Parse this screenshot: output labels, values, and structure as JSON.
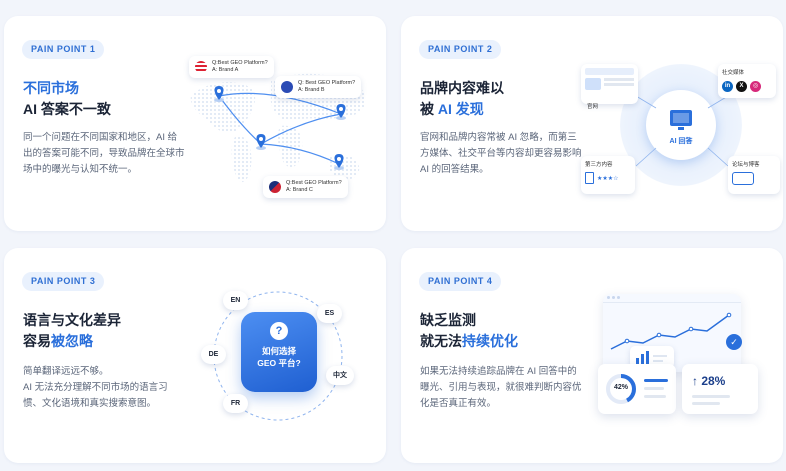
{
  "cards": [
    {
      "pill": "PAIN POINT 1",
      "title_l1": "不同市场",
      "title_l2": "AI 答案不一致",
      "desc": "同一个问题在不同国家和地区，AI 给出的答案可能不同，导致品牌在全球市场中的曝光与认知不统一。",
      "bubbles": [
        {
          "q": "Q:Best GEO Platform?",
          "a": "A: Brand A"
        },
        {
          "q": "Q: Best GEO Platform?",
          "a": "A: Brand B"
        },
        {
          "q": "Q:Best GEO Platform?",
          "a": "A: Brand C"
        }
      ]
    },
    {
      "pill": "PAIN POINT 2",
      "title_l1": "品牌内容难以",
      "title_l2_a": "被 ",
      "title_l2_b": "AI 发现",
      "desc": "官网和品牌内容常被 AI 忽略，而第三方媒体、社交平台等内容却更容易影响 AI 的回答结果。",
      "center": "AI 回答",
      "nodes": {
        "site": "官网",
        "social": "社交媒体",
        "third": "第三方内容",
        "forum": "论坛与博客"
      }
    },
    {
      "pill": "PAIN POINT 3",
      "title_l1": "语言与文化差异",
      "title_l2_a": "容易",
      "title_l2_b": "被忽略",
      "desc_l1": "简单翻译远远不够。",
      "desc_l2": "AI 无法充分理解不同市场的语言习惯、文化语境和真实搜索意图。",
      "bubble_l1": "如何选择",
      "bubble_l2": "GEO 平台?",
      "langs": [
        "EN",
        "ES",
        "DE",
        "中文",
        "FR"
      ]
    },
    {
      "pill": "PAIN POINT 4",
      "title_l1": "缺乏监测",
      "title_l2_a": "就无法",
      "title_l2_b": "持续优化",
      "desc": "如果无法持续追踪品牌在 AI 回答中的曝光、引用与表现，就很难判断内容优化是否真正有效。",
      "stat_pct": "42%",
      "stat_growth": "↑ 28%"
    }
  ],
  "colors": {
    "accent": "#2a6fdb",
    "bg": "#f2f5fb"
  }
}
